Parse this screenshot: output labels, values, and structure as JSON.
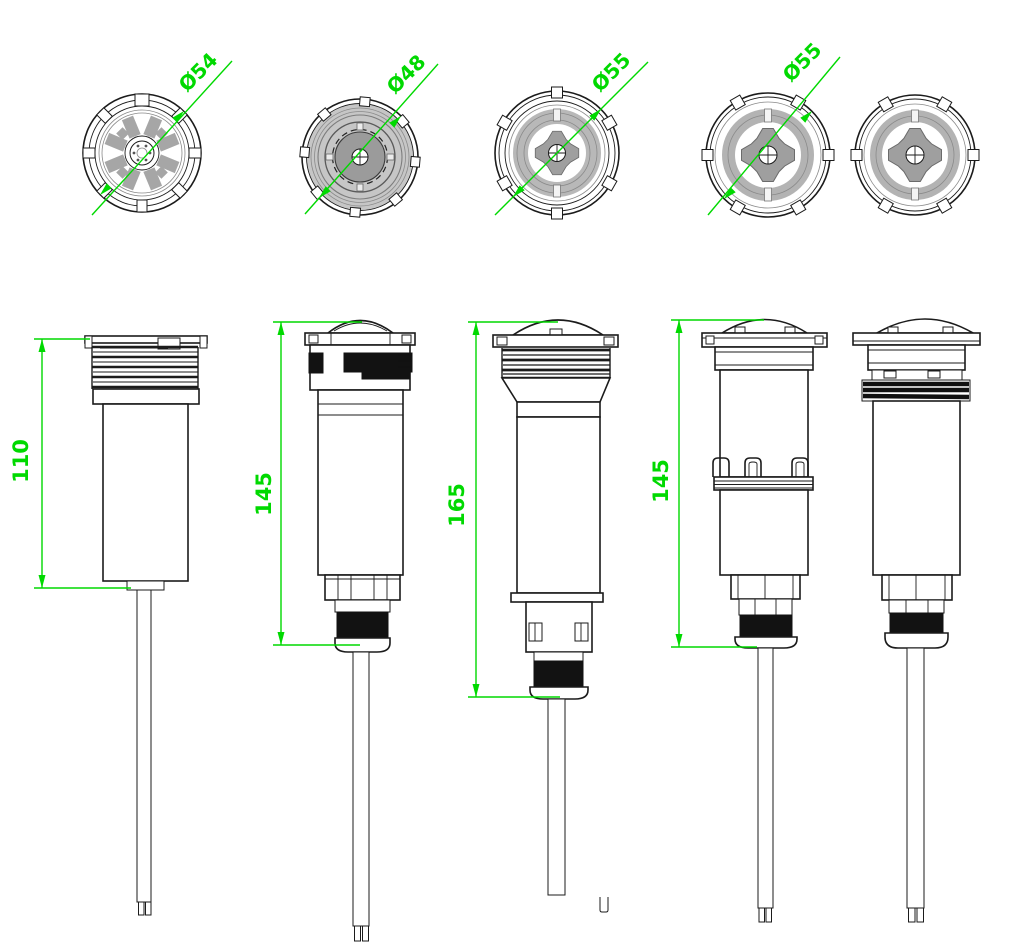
{
  "drawing": {
    "background_color": "#ffffff",
    "line_color": "#1b1b1b",
    "dimension_color": "#00d900",
    "top_views": [
      {
        "label": "Ø54"
      },
      {
        "label": "Ø48"
      },
      {
        "label": "Ø55"
      },
      {
        "label": "Ø55"
      },
      {}
    ],
    "side_views": [
      {
        "label": "110"
      },
      {
        "label": "145"
      },
      {
        "label": "165"
      },
      {
        "label": "145"
      },
      {}
    ]
  }
}
